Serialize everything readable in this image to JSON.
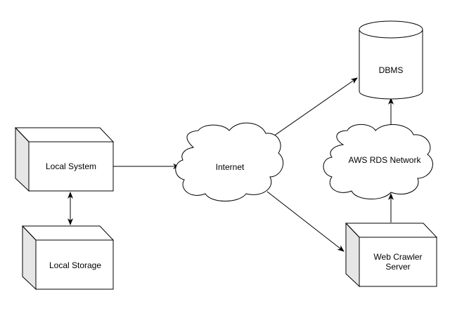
{
  "nodes": {
    "local_system": {
      "label": "Local System"
    },
    "local_storage": {
      "label": "Local Storage"
    },
    "internet": {
      "label": "Internet"
    },
    "dbms": {
      "label": "DBMS"
    },
    "aws_rds_network": {
      "label": "AWS RDS Network"
    },
    "web_crawler_server": {
      "line1": "Web Crawler",
      "line2": "Server"
    }
  },
  "edges": [
    {
      "from": "Local System",
      "to": "Internet",
      "style": "single-arrow"
    },
    {
      "from": "Local System",
      "to": "Local Storage",
      "style": "double-arrow"
    },
    {
      "from": "Internet",
      "to": "DBMS",
      "style": "single-arrow"
    },
    {
      "from": "Internet",
      "to": "Web Crawler Server",
      "style": "single-arrow"
    },
    {
      "from": "Web Crawler Server",
      "to": "AWS RDS Network",
      "style": "single-arrow"
    },
    {
      "from": "AWS RDS Network",
      "to": "DBMS",
      "style": "single-arrow"
    }
  ],
  "colors": {
    "stroke": "#000000",
    "fill": "#ffffff",
    "side_fill": "#e6e6e6",
    "text": "#000000"
  }
}
